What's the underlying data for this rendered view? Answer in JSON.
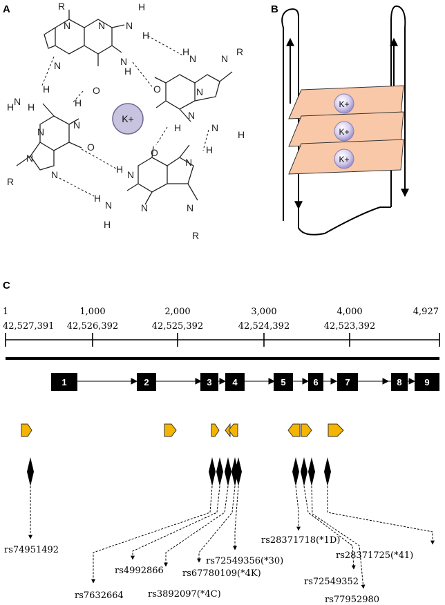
{
  "panels": {
    "a_label": "A",
    "b_label": "B",
    "c_label": "C"
  },
  "quartet": {
    "ion": "K+",
    "atoms": {
      "n": "N",
      "h": "H",
      "o": "O",
      "r": "R"
    }
  },
  "stack": {
    "ions": [
      "K+",
      "K+",
      "K+"
    ],
    "plane_color": "#f9c8a8"
  },
  "axis": {
    "top_ticks": [
      "1",
      "1,000",
      "2,000",
      "3,000",
      "4,000",
      "4,927"
    ],
    "bottom_ticks": [
      "42,527,391",
      "42,526,392",
      "42,525,392",
      "42,524,392",
      "42,523,392"
    ]
  },
  "exons": [
    "1",
    "2",
    "3",
    "4",
    "5",
    "6",
    "7",
    "8",
    "9"
  ],
  "snps": [
    "rs74951492",
    "rs7632664",
    "rs4992866",
    "rs3892097(*4C)",
    "rs67780109(*4K)",
    "rs72549356(*30)",
    "rs28371718(*1D)",
    "rs72549352",
    "rs77952980",
    "rs28371725(*41)"
  ],
  "colors": {
    "exon_fill": "#000000",
    "motif_fill": "#f5b400",
    "plane_fill": "#f9c8a8",
    "ion_fill": "#c8c4e0"
  }
}
